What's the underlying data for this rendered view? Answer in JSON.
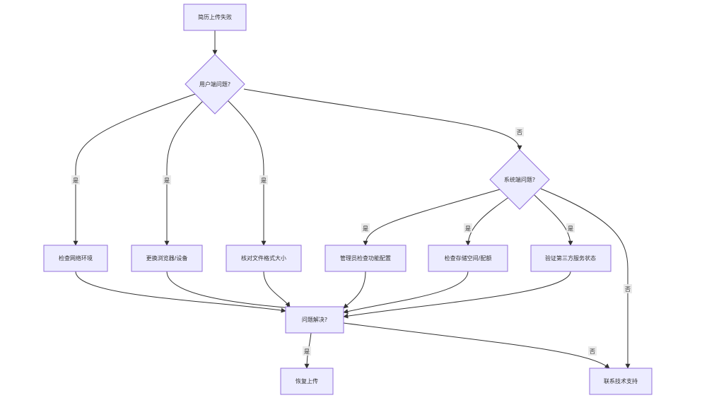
{
  "nodes": {
    "upload_failed": "简历上传失败",
    "client_issue": "用户端问题?",
    "system_issue": "系统端问题?",
    "check_network": "检查网络环境",
    "switch_browser": "更换浏览器/设备",
    "check_file": "核对文件格式大小",
    "admin_config": "管理员检查功能配置",
    "check_storage": "检查存储空间/配额",
    "verify_third_party": "验证第三方服务状态",
    "resolved": "问题解决?",
    "restore_upload": "恢复上传",
    "contact_support": "联系技术支持"
  },
  "edge_labels": {
    "yes": "是",
    "no": "否"
  },
  "colors": {
    "node_fill": "#ECECFF",
    "node_stroke": "#9370DB",
    "edge": "#333333"
  }
}
